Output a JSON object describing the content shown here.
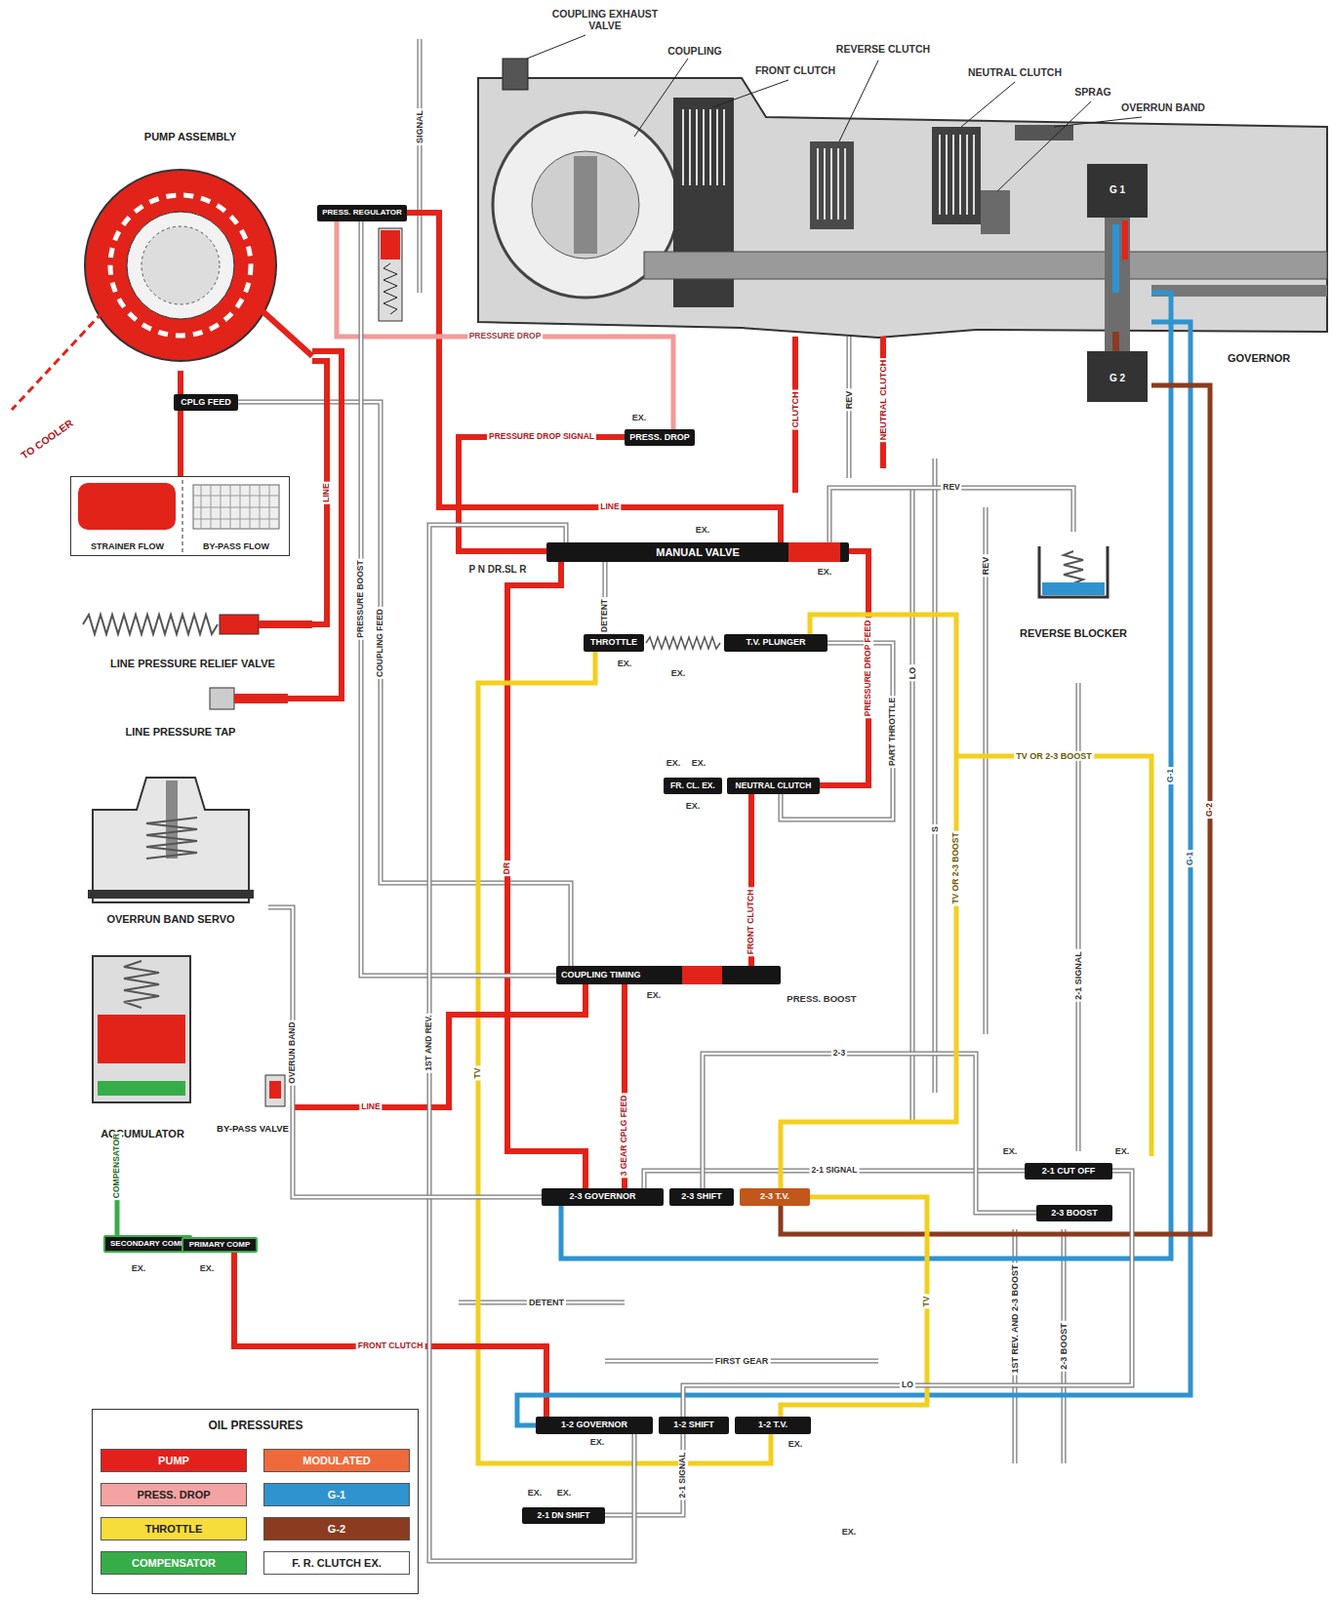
{
  "diagram": {
    "nodes": [
      {
        "text": [
          "PUMP ASSEMBLY"
        ]
      },
      {
        "text": [
          "PRESS. REGULATOR"
        ]
      },
      {
        "text": [
          "CPLG FEED"
        ]
      },
      {
        "text": [
          "STRAINER FLOW",
          "BY-PASS FLOW"
        ]
      },
      {
        "text": [
          "LINE PRESSURE RELIEF VALVE"
        ]
      },
      {
        "text": [
          "LINE PRESSURE TAP"
        ]
      },
      {
        "text": [
          "OVERRUN BAND SERVO"
        ]
      },
      {
        "text": [
          "ACCUMULATOR"
        ]
      },
      {
        "text": [
          "BY-PASS VALVE"
        ]
      },
      {
        "text": [
          "SECONDARY COMP"
        ]
      },
      {
        "text": [
          "PRIMARY COMP"
        ]
      },
      {
        "text": [
          "PRESS. DROP"
        ]
      },
      {
        "text": [
          "MANUAL VALVE"
        ]
      },
      {
        "text": [
          "THROTTLE"
        ]
      },
      {
        "text": [
          "T.V. PLUNGER"
        ]
      },
      {
        "text": [
          "FR. CL. EX."
        ]
      },
      {
        "text": [
          "NEUTRAL CLUTCH"
        ]
      },
      {
        "text": [
          "COUPLING TIMING"
        ]
      },
      {
        "text": [
          "2-3 GOVERNOR"
        ]
      },
      {
        "text": [
          "2-3 SHIFT"
        ]
      },
      {
        "text": [
          "2-3 T.V."
        ]
      },
      {
        "text": [
          "2-1 CUT OFF"
        ]
      },
      {
        "text": [
          "2-3 BOOST"
        ]
      },
      {
        "text": [
          "1-2 GOVERNOR"
        ]
      },
      {
        "text": [
          "1-2 SHIFT"
        ]
      },
      {
        "text": [
          "1-2 T.V."
        ]
      },
      {
        "text": [
          "2-1 DN SHIFT"
        ]
      },
      {
        "text": [
          "REVERSE BLOCKER"
        ]
      },
      {
        "text": [
          "GOVERNOR"
        ]
      }
    ],
    "edges": [
      {
        "from": 1,
        "to": 12,
        "arrow": "none",
        "label": "LINE"
      },
      {
        "from": 1,
        "to": 11,
        "arrow": "none",
        "label": "PRESSURE DROP"
      },
      {
        "from": 2,
        "to": 17,
        "arrow": "none",
        "label": "COUPLING FEED"
      },
      {
        "from": 12,
        "to": 11,
        "arrow": "none",
        "label": "PRESSURE DROP SIGNAL"
      },
      {
        "from": 12,
        "to": 16,
        "arrow": "none",
        "label": "PRESSURE DROP FEED"
      },
      {
        "from": 12,
        "to": 18,
        "arrow": "none",
        "label": "DR"
      },
      {
        "from": 12,
        "to": 13,
        "arrow": "none",
        "label": "DETENT"
      },
      {
        "from": 13,
        "to": 25,
        "arrow": "none",
        "label": "TV"
      },
      {
        "from": 14,
        "to": 16,
        "arrow": "none",
        "label": "PART THROTTLE"
      },
      {
        "from": 16,
        "to": 17,
        "arrow": "none",
        "label": "FRONT CLUTCH"
      },
      {
        "from": 17,
        "to": 1,
        "arrow": "none",
        "label": "PRESSURE BOOST"
      },
      {
        "from": 18,
        "to": 17,
        "arrow": "none",
        "label": "3 GEAR CPLG FEED"
      },
      {
        "from": 8,
        "to": 17,
        "arrow": "none",
        "label": "LINE"
      },
      {
        "from": 23,
        "to": 10,
        "arrow": "none",
        "label": "FRONT CLUTCH"
      },
      {
        "from": 21,
        "to": 18,
        "arrow": "none",
        "label": "2-1 SIGNAL"
      },
      {
        "from": 22,
        "to": 19,
        "arrow": "none",
        "label": "2-3"
      },
      {
        "from": 28,
        "to": 18,
        "arrow": "none",
        "label": "G-1"
      },
      {
        "from": 28,
        "to": 23,
        "arrow": "none",
        "label": "G-1"
      },
      {
        "from": 28,
        "to": 20,
        "arrow": "none",
        "label": "G-2"
      },
      {
        "from": 26,
        "to": 24,
        "arrow": "none",
        "label": "2-1 SIGNAL"
      },
      {
        "from": 9,
        "to": 7,
        "arrow": "none",
        "label": "COMPENSATOR"
      },
      {
        "from": 14,
        "to": 20,
        "arrow": "none",
        "label": "TV OR 2-3 BOOST"
      },
      {
        "from": 20,
        "to": 25,
        "arrow": "none",
        "label": "TV"
      },
      {
        "from": 12,
        "to": 23,
        "arrow": "none",
        "label": "1ST AND REV."
      },
      {
        "from": 24,
        "to": 21,
        "arrow": "none",
        "label": "LO"
      },
      {
        "from": 12,
        "to": 27,
        "arrow": "none",
        "label": "REV"
      },
      {
        "from": 0,
        "to": 4,
        "arrow": "none",
        "label": "LINE"
      },
      {
        "from": 0,
        "to": 5,
        "arrow": "none"
      },
      {
        "from": 3,
        "to": 0,
        "arrow": "none"
      },
      {
        "from": 6,
        "to": 18,
        "arrow": "none",
        "label": "OVERUN BAND"
      }
    ],
    "labels": [
      "COUPLING EXHAUST VALVE",
      "COUPLING",
      "FRONT CLUTCH",
      "REVERSE CLUTCH",
      "NEUTRAL CLUTCH",
      "SPRAG",
      "OVERRUN BAND",
      "G 1",
      "G 2",
      "TO COOLER",
      "SIGNAL",
      "CLUTCH",
      "REV",
      "NEUTRAL CLUTCH",
      "P N DR.SL R",
      "PRESS. BOOST",
      "OIL PRESSURES",
      "EX.",
      "EX.",
      "EX.",
      "EX.",
      "EX.",
      "EX.",
      "EX.",
      "EX.",
      "EX.",
      "EX.",
      "EX.",
      "EX.",
      "EX.",
      "EX.",
      "EX.",
      "EX.",
      "EX.",
      "EX.",
      "LO",
      "S",
      "REV",
      "2-1 SIGNAL",
      "TV OR 2-3 BOOST",
      "1ST REV. AND 2-3 BOOST",
      "2-3 BOOST",
      "FIRST GEAR",
      "DETENT"
    ],
    "legend": [
      {
        "text": "PUMP",
        "color": "#e4201c"
      },
      {
        "text": "MODULATED",
        "color": "#ef6a3a"
      },
      {
        "text": "PRESS. DROP",
        "color": "#f4a3a3"
      },
      {
        "text": "G-1",
        "color": "#2f93cf"
      },
      {
        "text": "THROTTLE",
        "color": "#f6dd3c"
      },
      {
        "text": "G-2",
        "color": "#8b3b1f"
      },
      {
        "text": "COMPENSATOR",
        "color": "#37ad49"
      },
      {
        "text": "F. R. CLUTCH EX.",
        "color": "#ffffff"
      }
    ]
  }
}
